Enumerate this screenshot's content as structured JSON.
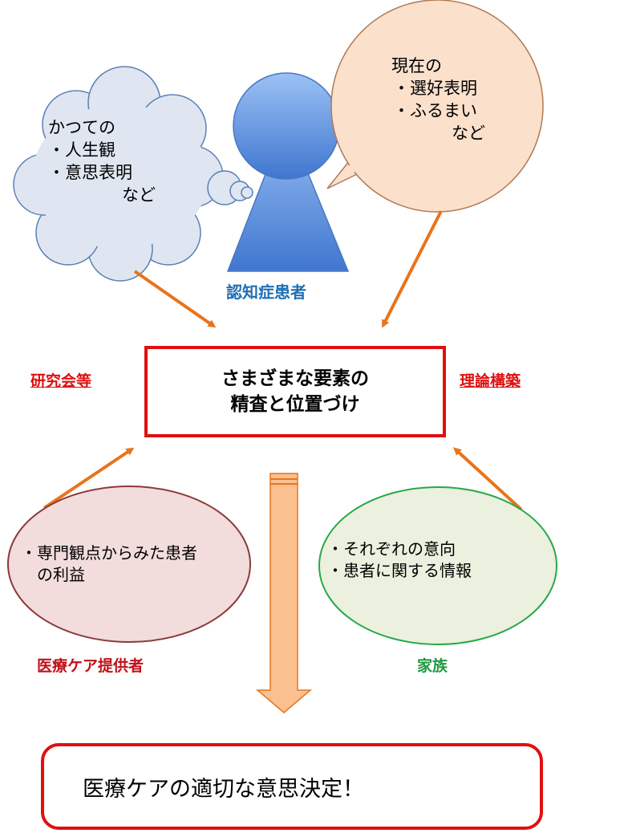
{
  "patient": {
    "label": "認知症患者",
    "past_thought": [
      "かつての",
      "・人生観",
      "・意思表明",
      "　　など"
    ],
    "current_speech": [
      "現在の",
      "・選好表明",
      "・ふるまい",
      "　　　など"
    ]
  },
  "center": {
    "lines": [
      "さまざまな要素の",
      "精査と位置づけ"
    ]
  },
  "side_left": "研究会等",
  "side_right": "理論構築",
  "provider": {
    "label": "医療ケア提供者",
    "lines": [
      "・専門観点からみた患者",
      "　の利益"
    ]
  },
  "family": {
    "label": "家族",
    "lines": [
      "・それぞれの意向",
      "・患者に関する情報"
    ]
  },
  "result": "医療ケアの適切な意思決定！",
  "colors": {
    "red": "#e01010",
    "orange_arrow": "#e8741b",
    "patient_blue": "#5b8fdc",
    "cloud_fill": "#dfe6f1",
    "speech_fill": "#fbe0cc",
    "provider_fill": "#f2dcdc",
    "family_fill": "#ebf1de",
    "down_arrow": "#fac090"
  }
}
